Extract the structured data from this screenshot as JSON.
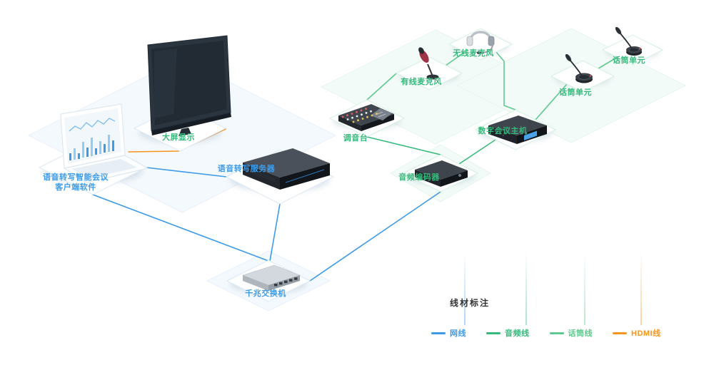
{
  "colors": {
    "network": "#3D9BE9",
    "audio": "#35B97C",
    "mic": "#5FC98F",
    "hdmi": "#F7941D",
    "label_blue": "#3D9BE9",
    "label_green": "#35B97C",
    "legend_title": "#333333"
  },
  "devices": [
    {
      "id": "monitor",
      "label": "大屏显示"
    },
    {
      "id": "client-laptop",
      "label": "语音转写智能会议\n客户端软件"
    },
    {
      "id": "transcribe-server",
      "label": "语音转写服务器"
    },
    {
      "id": "gigabit-switch",
      "label": "千兆交换机"
    },
    {
      "id": "mixer",
      "label": "调音台"
    },
    {
      "id": "wired-mic",
      "label": "有线麦克风"
    },
    {
      "id": "wireless-mic",
      "label": "无线麦克风"
    },
    {
      "id": "conference-host",
      "label": "数字会议主机"
    },
    {
      "id": "audio-encoder",
      "label": "音频编码器"
    },
    {
      "id": "mic-unit-1",
      "label": "话筒单元"
    },
    {
      "id": "mic-unit-2",
      "label": "话筒单元"
    }
  ],
  "legend": {
    "title": "线材标注",
    "items": [
      {
        "label": "网线",
        "color": "#3D9BE9"
      },
      {
        "label": "音频线",
        "color": "#35B97C"
      },
      {
        "label": "话筒线",
        "color": "#5FC98F"
      },
      {
        "label": "HDMI线",
        "color": "#F7941D"
      }
    ]
  }
}
